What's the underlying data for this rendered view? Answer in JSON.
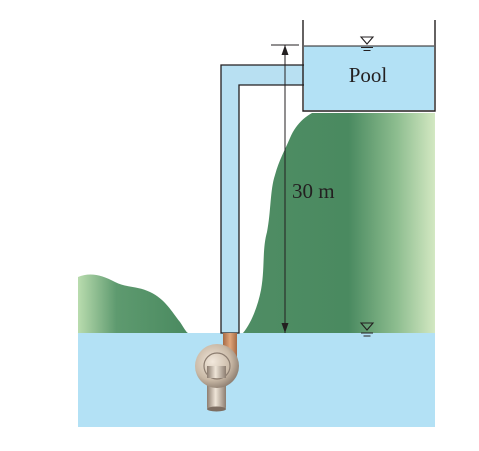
{
  "pool": {
    "label": "Pool"
  },
  "height": {
    "label": "30 m"
  },
  "colors": {
    "water": "#b3e1f5",
    "pipe": "#b8e0f2",
    "hill_dark": "#4f8d64",
    "hill_light": "#cfe7bd",
    "outline": "#231f20",
    "pump_body": "#c9b9a6",
    "pump_shaft": "#b87b53"
  },
  "icons": {
    "free_surface": "inverted-triangle"
  }
}
